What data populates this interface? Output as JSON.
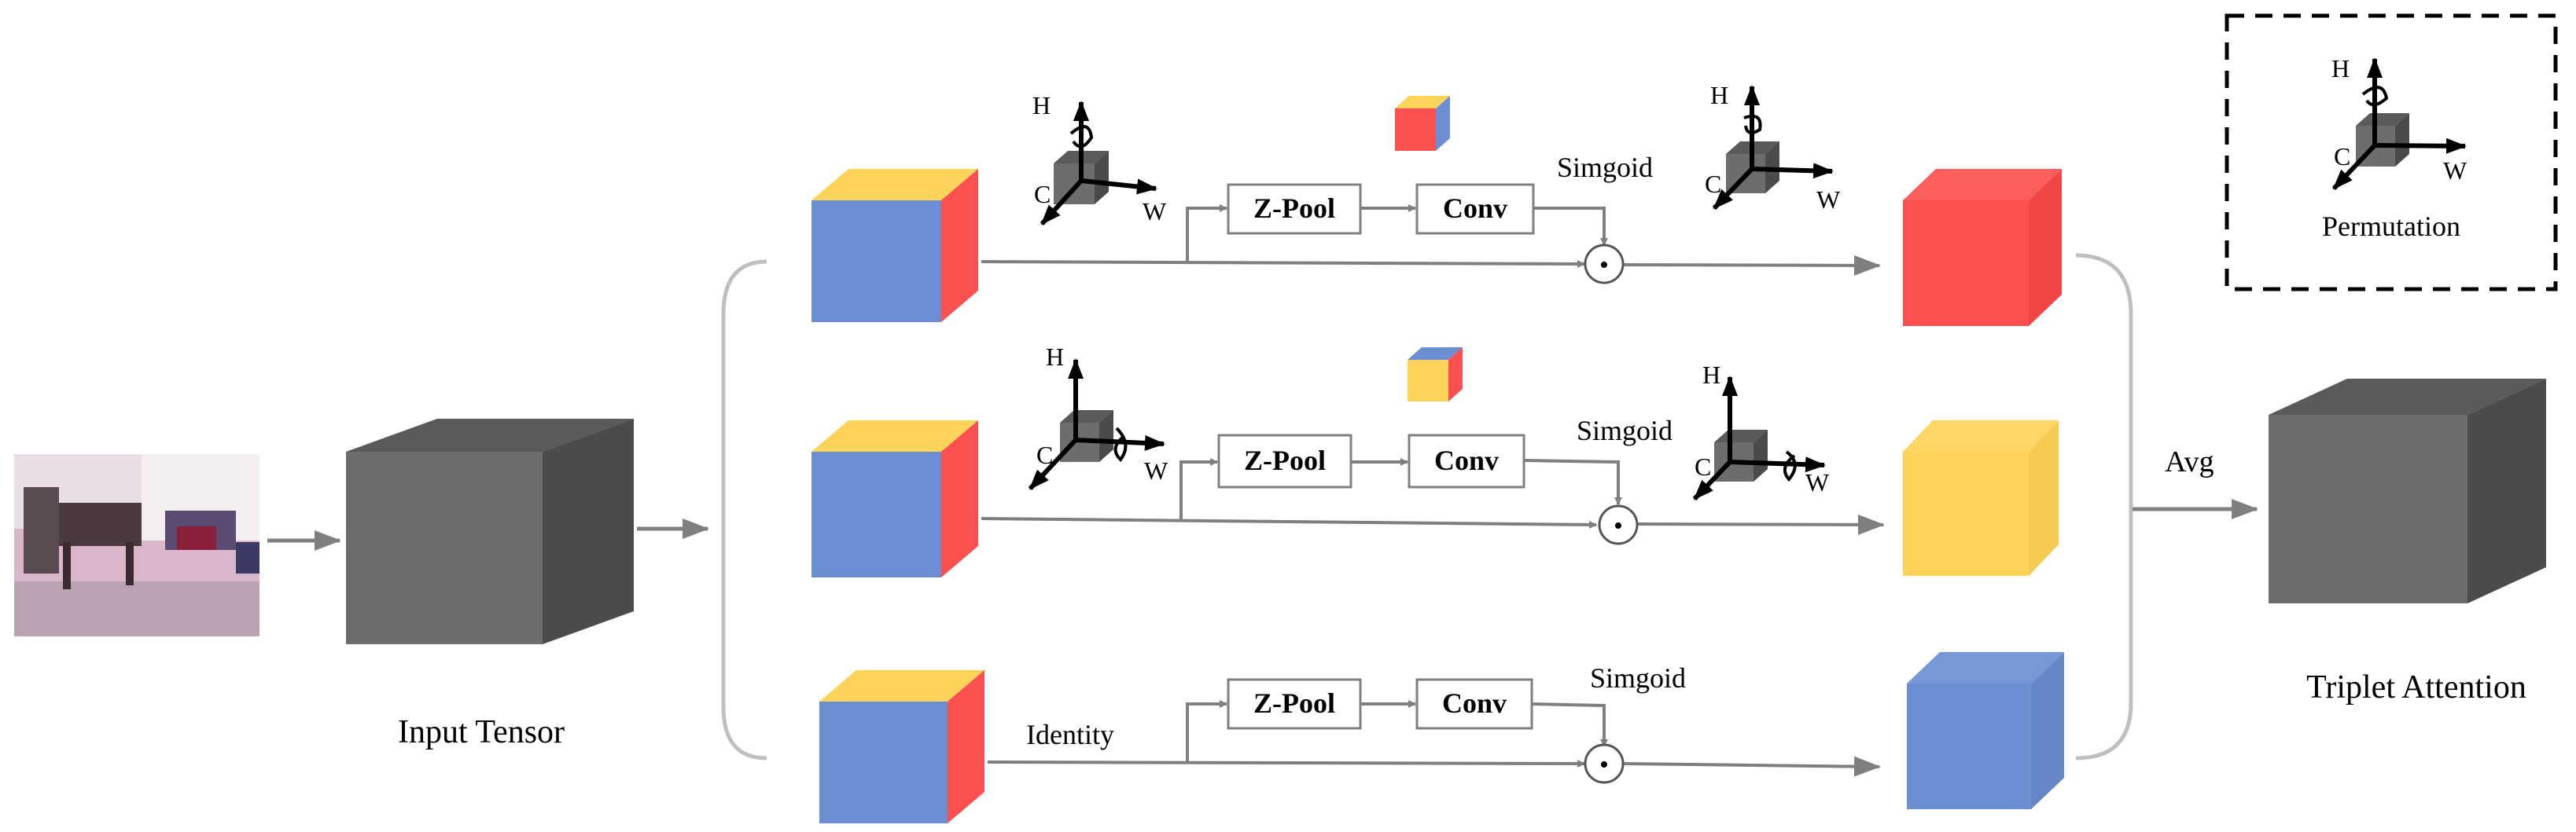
{
  "labels": {
    "input_tensor": "Input Tensor",
    "triplet_attention": "Triplet Attention",
    "avg": "Avg",
    "permutation": "Permutation",
    "identity": "Identity",
    "sigmoid": "Simgoid",
    "zpool": "Z-Pool",
    "conv": "Conv",
    "axis_h": "H",
    "axis_w": "W",
    "axis_c": "C",
    "dot": "•"
  },
  "colors": {
    "blue": "#6b8fd2",
    "yellow": "#fdd35a",
    "red": "#fc4f4f",
    "gray_front": "#6d6d6d",
    "gray_top": "#5a5a5a",
    "gray_side": "#4b4b4b",
    "arrow": "#7f7f7f"
  },
  "image": {
    "description_icon": "photo-icon"
  }
}
